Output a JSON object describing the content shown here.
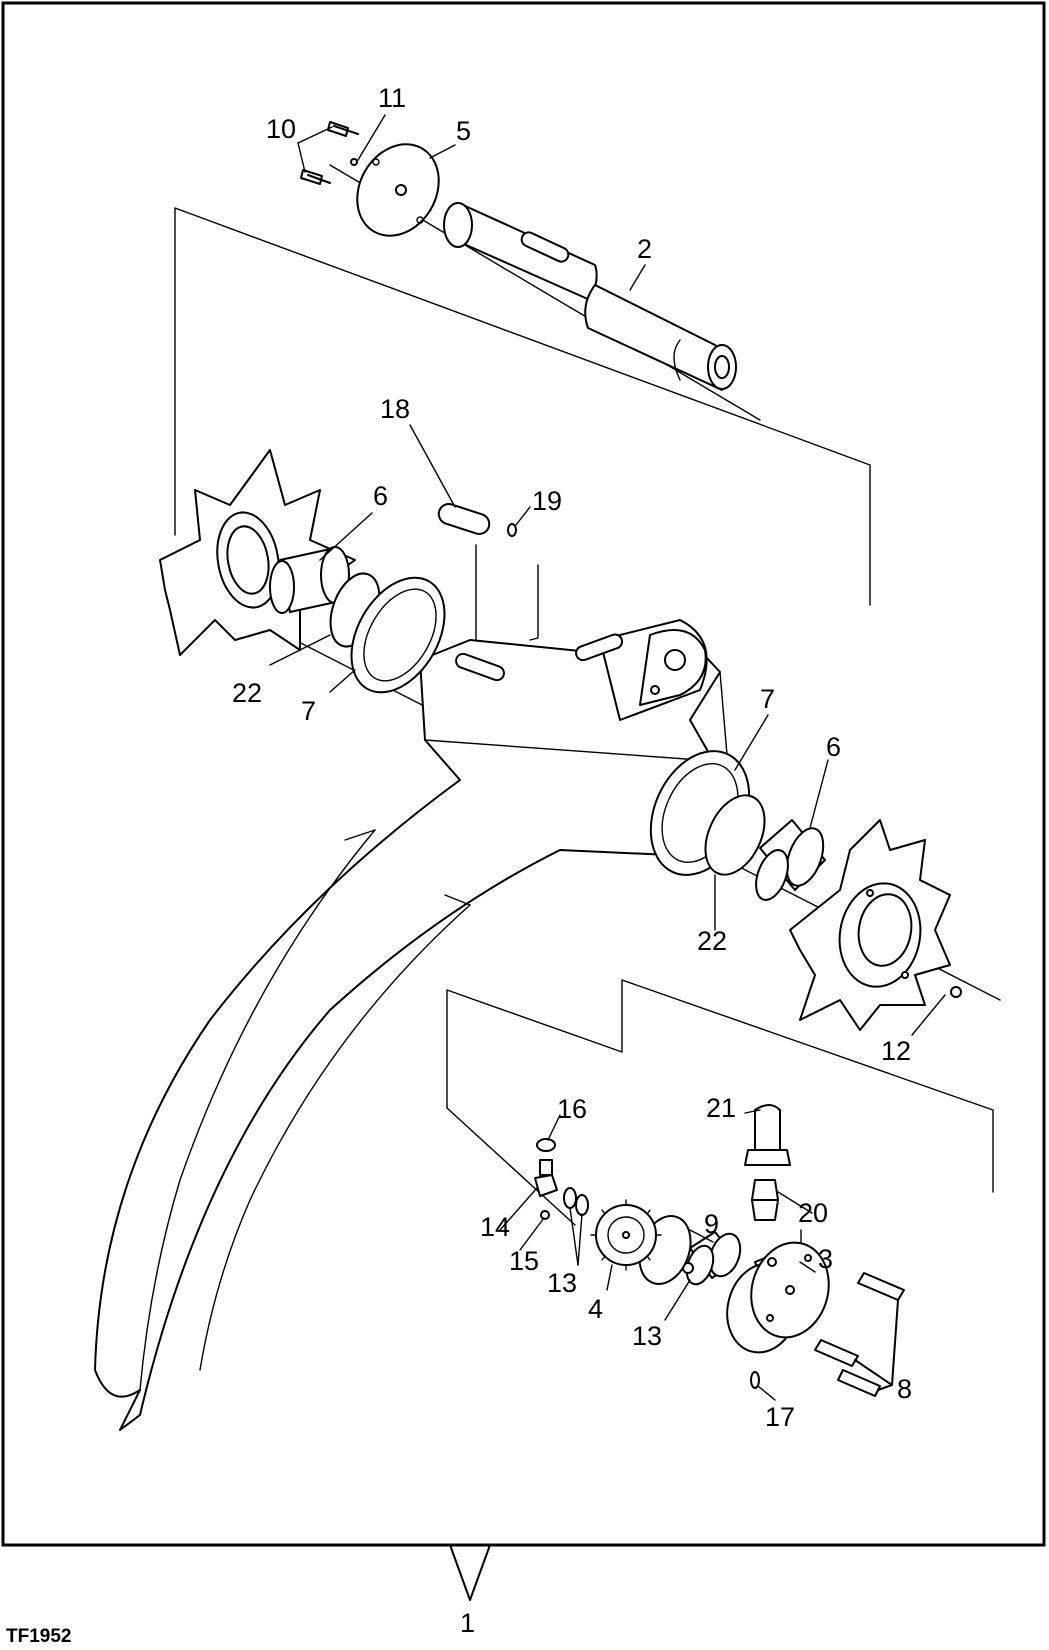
{
  "figure_id": "TF1952",
  "callouts": {
    "c1": "1",
    "c2": "2",
    "c3": "3",
    "c4": "4",
    "c5": "5",
    "c6a": "6",
    "c6b": "6",
    "c7a": "7",
    "c7b": "7",
    "c8": "8",
    "c9": "9",
    "c10": "10",
    "c11": "11",
    "c12": "12",
    "c13a": "13",
    "c13b": "13",
    "c14": "14",
    "c15": "15",
    "c16": "16",
    "c17": "17",
    "c18": "18",
    "c19": "19",
    "c20": "20",
    "c21": "21",
    "c22a": "22",
    "c22b": "22"
  }
}
